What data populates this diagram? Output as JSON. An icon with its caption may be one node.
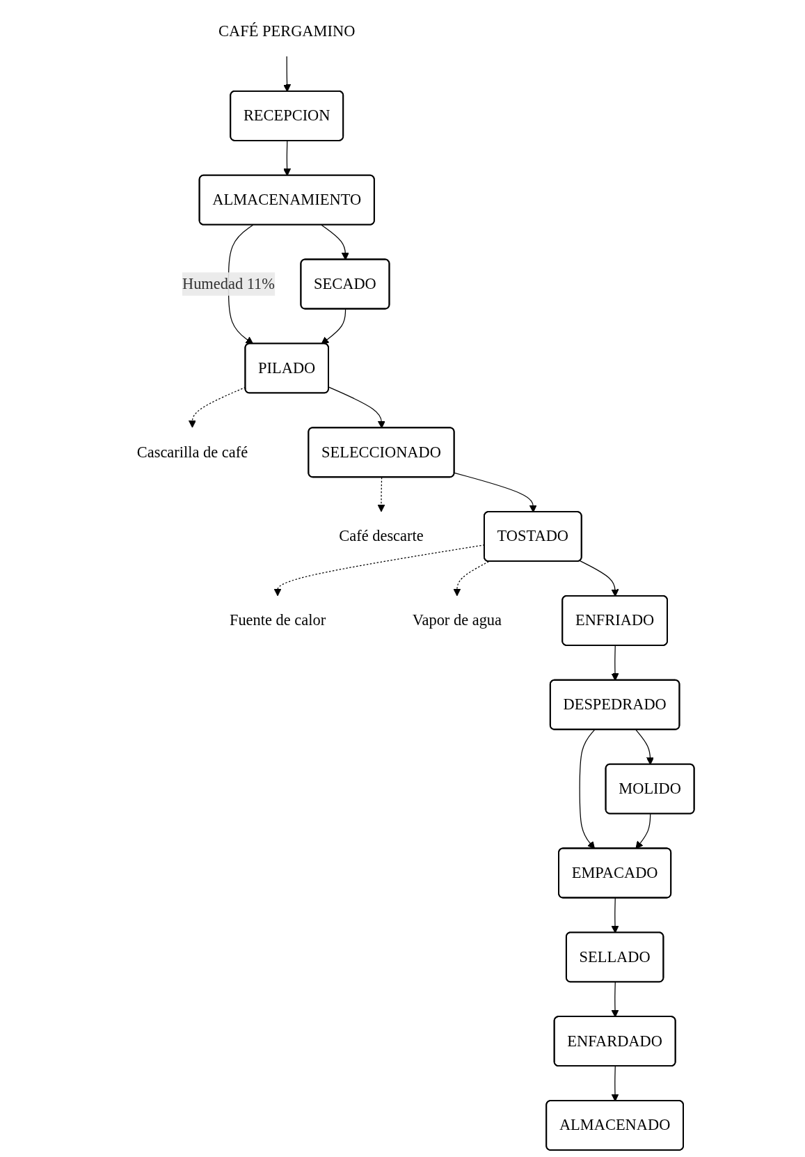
{
  "diagram": {
    "nodes": [
      {
        "text": [
          "CAFÉ PERGAMINO"
        ]
      },
      {
        "text": [
          "RECEPCION"
        ]
      },
      {
        "text": [
          "ALMACENAMIENTO"
        ]
      },
      {
        "text": [
          "SECADO"
        ]
      },
      {
        "text": [
          "PILADO"
        ]
      },
      {
        "text": [
          "Cascarilla de café"
        ]
      },
      {
        "text": [
          "SELECCIONADO"
        ]
      },
      {
        "text": [
          "Café descarte"
        ]
      },
      {
        "text": [
          "Fuente de calor"
        ]
      },
      {
        "text": [
          "TOSTADO"
        ]
      },
      {
        "text": [
          "Vapor de agua"
        ]
      },
      {
        "text": [
          "ENFRIADO"
        ]
      },
      {
        "text": [
          "DESPEDRADO"
        ]
      },
      {
        "text": [
          "MOLIDO"
        ]
      },
      {
        "text": [
          "EMPACADO"
        ]
      },
      {
        "text": [
          "SELLADO"
        ]
      },
      {
        "text": [
          "ENFARDADO"
        ]
      },
      {
        "text": [
          "ALMACENADO"
        ]
      }
    ],
    "edges": [
      {
        "from": 0,
        "to": 1,
        "arrow": "to"
      },
      {
        "from": 1,
        "to": 2,
        "arrow": "to"
      },
      {
        "from": 2,
        "to": 3,
        "arrow": "to"
      },
      {
        "from": 2,
        "to": 4,
        "arrow": "to",
        "label": "Humedad 11%"
      },
      {
        "from": 3,
        "to": 4,
        "arrow": "to"
      },
      {
        "from": 4,
        "to": 5,
        "arrow": "to",
        "style": "dashed"
      },
      {
        "from": 4,
        "to": 6,
        "arrow": "to"
      },
      {
        "from": 6,
        "to": 7,
        "arrow": "to",
        "style": "dashed"
      },
      {
        "from": 6,
        "to": 9,
        "arrow": "to"
      },
      {
        "from": 9,
        "to": 8,
        "arrow": "to",
        "style": "dashed"
      },
      {
        "from": 9,
        "to": 10,
        "arrow": "to",
        "style": "dashed"
      },
      {
        "from": 9,
        "to": 11,
        "arrow": "to"
      },
      {
        "from": 11,
        "to": 12,
        "arrow": "to"
      },
      {
        "from": 12,
        "to": 13,
        "arrow": "to"
      },
      {
        "from": 12,
        "to": 14,
        "arrow": "to"
      },
      {
        "from": 13,
        "to": 14,
        "arrow": "to"
      },
      {
        "from": 14,
        "to": 15,
        "arrow": "to"
      },
      {
        "from": 15,
        "to": 16,
        "arrow": "to"
      },
      {
        "from": 16,
        "to": 17,
        "arrow": "to"
      }
    ]
  }
}
